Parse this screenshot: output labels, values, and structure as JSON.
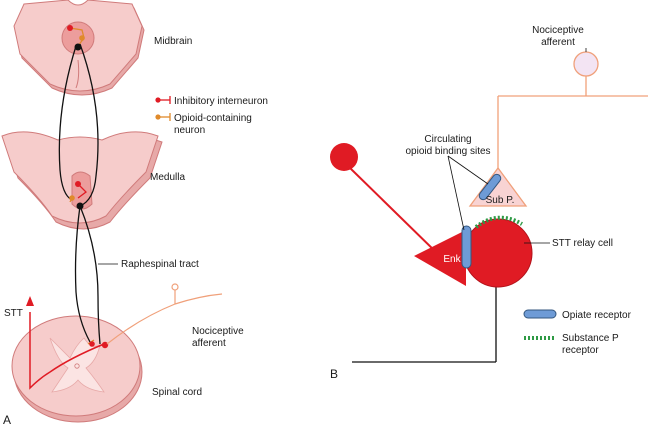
{
  "panel_a": {
    "letter": "A",
    "labels": {
      "midbrain": "Midbrain",
      "medulla": "Medulla",
      "raphespinal": "Raphespinal tract",
      "stt": "STT",
      "nociceptive_1": "Nociceptive",
      "nociceptive_2": "afferent",
      "spinal_cord": "Spinal cord"
    },
    "legend": {
      "inhibitory": "Inhibitory interneuron",
      "opioid_1": "Opioid-containing",
      "opioid_2": "neuron"
    }
  },
  "panel_b": {
    "letter": "B",
    "labels": {
      "nociceptive_1": "Nociceptive",
      "nociceptive_2": "afferent",
      "binding_1": "Circulating",
      "binding_2": "opioid binding sites",
      "sub_p": "Sub P.",
      "enk": "Enk",
      "stt_relay": "STT relay cell"
    },
    "legend": {
      "opiate": "Opiate receptor",
      "substance_p_1": "Substance P",
      "substance_p_2": "receptor"
    }
  },
  "colors": {
    "tissue_fill": "#f6cccb",
    "tissue_shadow": "#e7a9a8",
    "tissue_stroke": "#d07b7b",
    "neuron_red": "#e01b24",
    "opioid_orange": "#e08a2b",
    "afferent_line": "#f0a07a",
    "receptor_blue": "#6e9bd6",
    "substance_p_green": "#2f9a45",
    "sub_p_fill": "#f8d3d3"
  }
}
